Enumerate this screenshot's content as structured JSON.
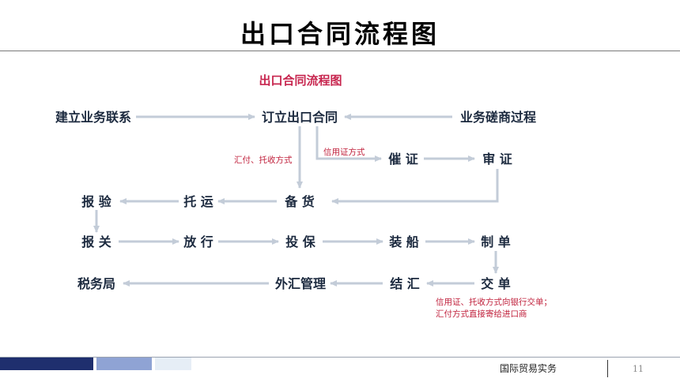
{
  "slide": {
    "title": "出口合同流程图",
    "footer_course": "国际贸易实务",
    "page_number": "11"
  },
  "diagram": {
    "title": "出口合同流程图",
    "nodes": {
      "business_contact": "建立业务联系",
      "sign_contract": "订立出口合同",
      "negotiation": "业务磋商过程",
      "urge_lc": "催 证",
      "examine_lc": "审 证",
      "prepare_goods": "备 货",
      "shipping": "托 运",
      "inspection": "报 验",
      "customs": "报 关",
      "release": "放 行",
      "insurance": "投 保",
      "loading": "装 船",
      "documents": "制 单",
      "deliver_docs": "交 单",
      "settlement": "结 汇",
      "forex_management": "外汇管理",
      "tax_bureau": "税务局"
    },
    "notes": {
      "remittance_collection": "汇付、托收方式",
      "lc_method": "信用证方式",
      "delivery_note_1": "信用证、托收方式向银行交单；",
      "delivery_note_2": "汇付方式直接寄给进口商"
    },
    "colors": {
      "node_text": "#1c2a3f",
      "title_red": "#c7254e",
      "note_red": "#c0213c",
      "arrow": "#c3ccd8"
    }
  },
  "footer_bars": [
    {
      "color": "#1f2f6e"
    },
    {
      "color": "#8fa3d4"
    },
    {
      "color": "#e6eef6"
    }
  ]
}
